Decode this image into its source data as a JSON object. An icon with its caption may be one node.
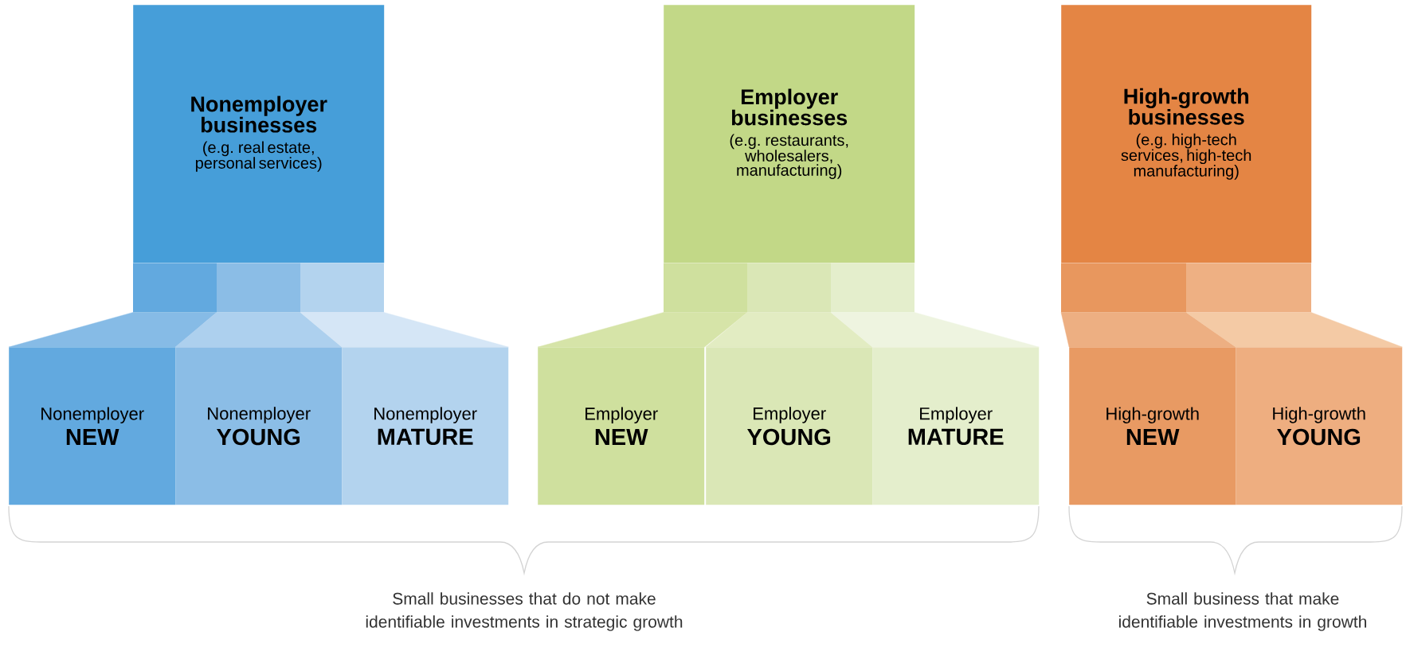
{
  "diagram": {
    "nodes": [
      {
        "text": [
          "Nonemployer businesses",
          "(e.g. real estate, personal services)"
        ]
      },
      {
        "text": [
          "Nonemployer",
          "NEW"
        ]
      },
      {
        "text": [
          "Nonemployer",
          "YOUNG"
        ]
      },
      {
        "text": [
          "Nonemployer",
          "MATURE"
        ]
      },
      {
        "text": [
          "Employer businesses",
          "(e.g. restaurants, wholesalers, manufacturing)"
        ]
      },
      {
        "text": [
          "Employer",
          "NEW"
        ]
      },
      {
        "text": [
          "Employer",
          "YOUNG"
        ]
      },
      {
        "text": [
          "Employer",
          "MATURE"
        ]
      },
      {
        "text": [
          "High-growth businesses",
          "(e.g. high-tech services, high-tech manufacturing)"
        ]
      },
      {
        "text": [
          "High-growth",
          "NEW"
        ]
      },
      {
        "text": [
          "High-growth",
          "YOUNG"
        ]
      }
    ],
    "edges": [
      {
        "from": 0,
        "to": 1,
        "arrow": "none",
        "color": "#86bbe6"
      },
      {
        "from": 0,
        "to": 2,
        "arrow": "none",
        "color": "#add0ee"
      },
      {
        "from": 0,
        "to": 3,
        "arrow": "none",
        "color": "#d5e6f6"
      },
      {
        "from": 4,
        "to": 5,
        "arrow": "none",
        "color": "#d6e4a8"
      },
      {
        "from": 4,
        "to": 6,
        "arrow": "none",
        "color": "#e2ecc2"
      },
      {
        "from": 4,
        "to": 7,
        "arrow": "none",
        "color": "#eef4e0"
      },
      {
        "from": 8,
        "to": 9,
        "arrow": "none",
        "color": "#edaf82"
      },
      {
        "from": 8,
        "to": 10,
        "arrow": "none",
        "color": "#f4caa5"
      }
    ],
    "labels": [
      "Small businesses that do not make identifiable investments in strategic growth",
      "Small business that make identifiable investments in growth"
    ]
  }
}
